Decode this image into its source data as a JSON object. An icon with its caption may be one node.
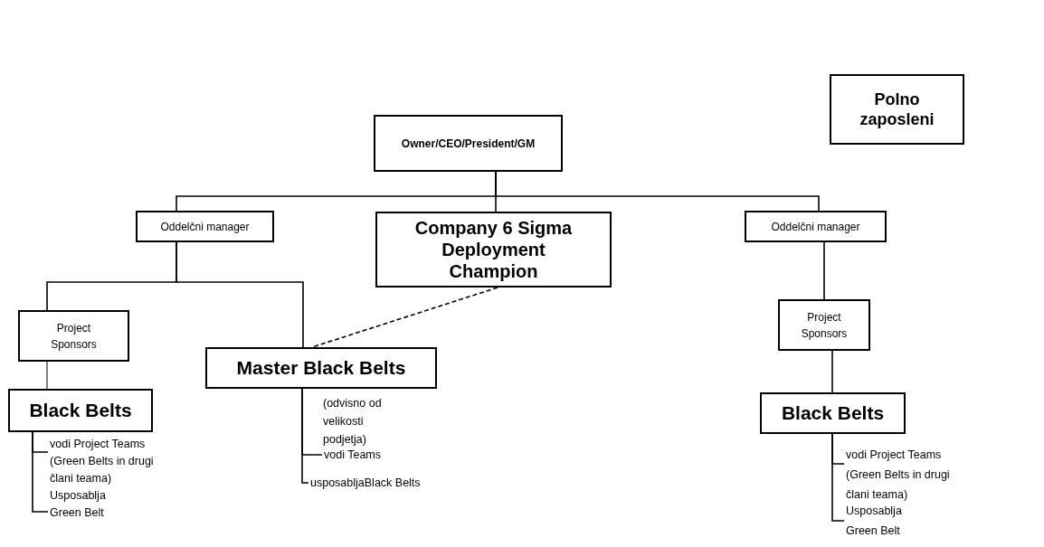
{
  "diagram": {
    "nodes": [
      {
        "text": [
          "Owner/CEO/President/GM"
        ]
      },
      {
        "text": [
          "Polno zaposleni"
        ]
      },
      {
        "text": [
          "Oddelčni manager"
        ]
      },
      {
        "text": [
          "Company 6 Sigma Deployment Champion"
        ]
      },
      {
        "text": [
          "Oddelčni manager"
        ]
      },
      {
        "text": [
          "Project Sponsors"
        ]
      },
      {
        "text": [
          "Master Black Belts"
        ]
      },
      {
        "text": [
          "Project Sponsors"
        ]
      },
      {
        "text": [
          "Black Belts"
        ]
      },
      {
        "text": [
          "Black Belts"
        ]
      },
      {
        "text": [
          "vodi Project Teams (Green Belts in drugi člani teama)"
        ]
      },
      {
        "text": [
          "Usposablja Green Belt"
        ]
      },
      {
        "text": [
          "vodi Teams"
        ]
      },
      {
        "text": [
          "usposabljaBlack Belts"
        ]
      },
      {
        "text": [
          "vodi Project Teams (Green Belts in drugi člani teama)"
        ]
      },
      {
        "text": [
          "Usposablja Green Belt"
        ]
      }
    ],
    "edges": [
      {
        "from": 0,
        "to": 2,
        "arrow": "none"
      },
      {
        "from": 0,
        "to": 3,
        "arrow": "none"
      },
      {
        "from": 0,
        "to": 4,
        "arrow": "none"
      },
      {
        "from": 2,
        "to": 5,
        "arrow": "none"
      },
      {
        "from": 2,
        "to": 6,
        "arrow": "none"
      },
      {
        "from": 3,
        "to": 6,
        "arrow": "none",
        "style": "dashed"
      },
      {
        "from": 4,
        "to": 7,
        "arrow": "none"
      },
      {
        "from": 5,
        "to": 8,
        "arrow": "none"
      },
      {
        "from": 7,
        "to": 9,
        "arrow": "none"
      },
      {
        "from": 8,
        "to": 10,
        "arrow": "none"
      },
      {
        "from": 8,
        "to": 11,
        "arrow": "none"
      },
      {
        "from": 6,
        "to": 12,
        "arrow": "none"
      },
      {
        "from": 6,
        "to": 13,
        "arrow": "none"
      },
      {
        "from": 9,
        "to": 14,
        "arrow": "none"
      },
      {
        "from": 9,
        "to": 15,
        "arrow": "none"
      }
    ],
    "labels": [
      "(odvisno od velikosti podjetja)"
    ]
  }
}
